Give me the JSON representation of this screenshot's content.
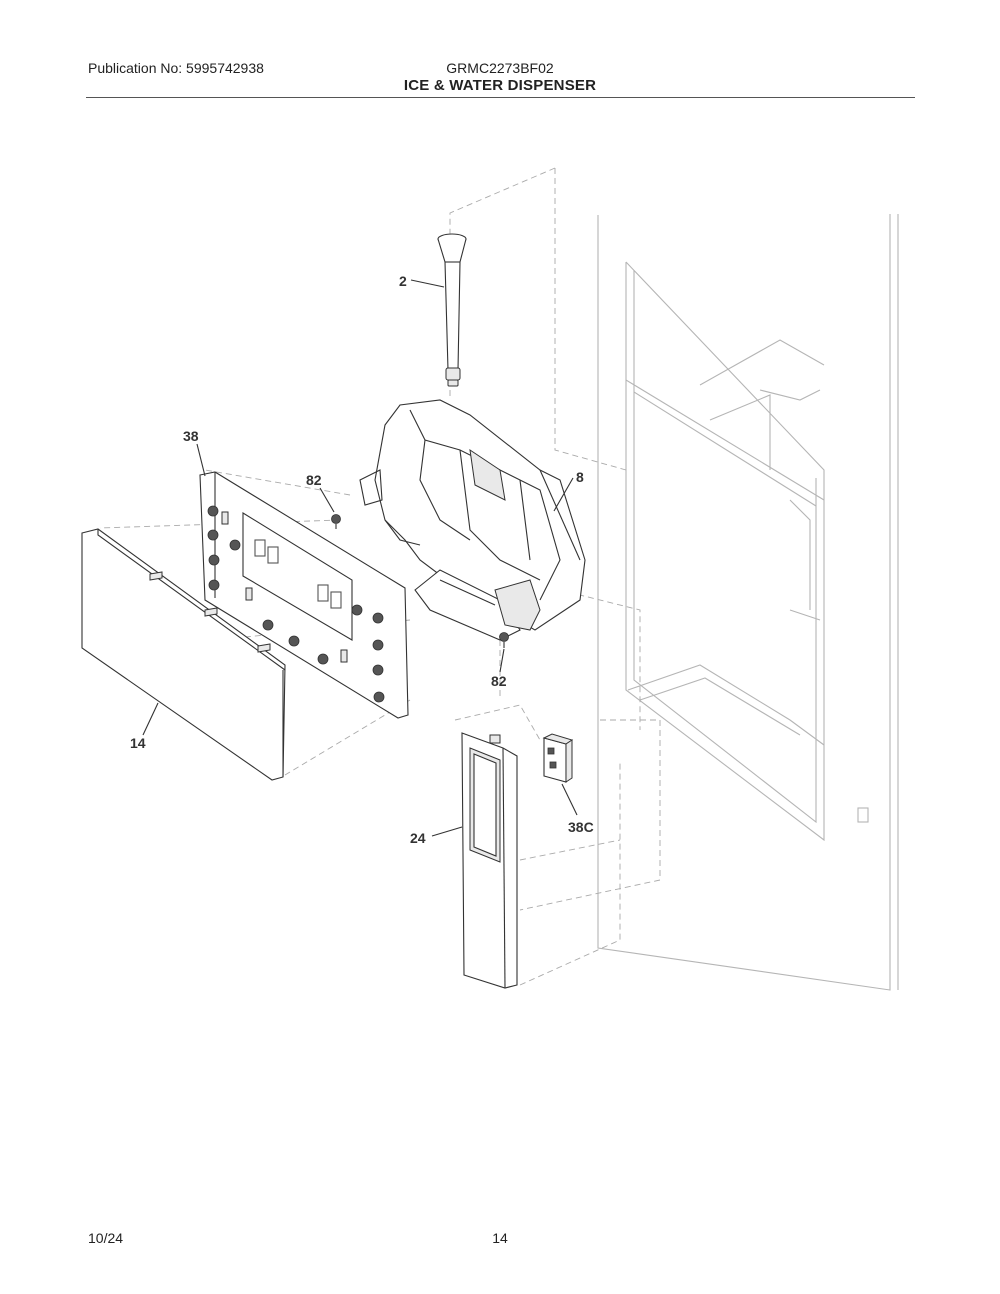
{
  "header": {
    "publication": "Publication No: 5995742938",
    "model": "GRMC2273BF02",
    "title": "ICE & WATER DISPENSER"
  },
  "footer": {
    "date": "10/24",
    "page": "14"
  },
  "callouts": {
    "c2": "2",
    "c38": "38",
    "c82a": "82",
    "c8": "8",
    "c82b": "82",
    "c14": "14",
    "c24": "24",
    "c38c": "38C"
  }
}
